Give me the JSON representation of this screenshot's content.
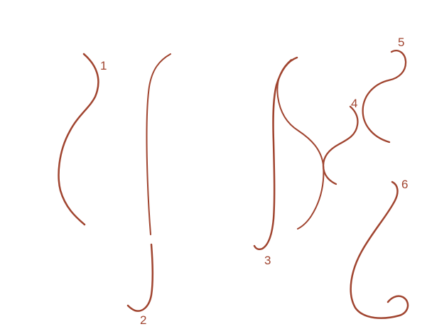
{
  "diagram": {
    "stroke_color": "#a0442f",
    "curves": [
      {
        "label": "1"
      },
      {
        "label": "2"
      },
      {
        "label": "3"
      },
      {
        "label": "4"
      },
      {
        "label": "5"
      },
      {
        "label": "6"
      }
    ]
  }
}
